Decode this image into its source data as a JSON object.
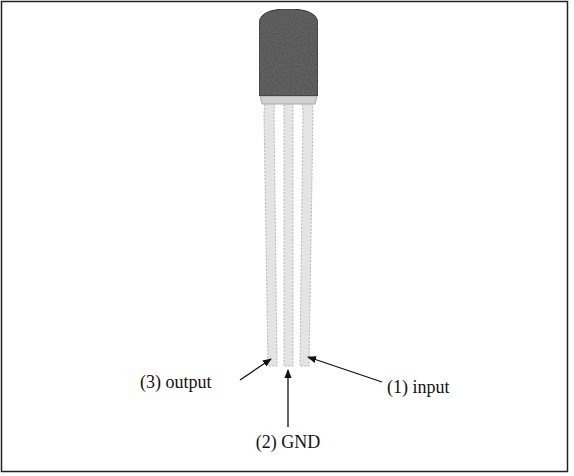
{
  "diagram": {
    "labels": [
      "(3) output",
      "(2) GND",
      "(1) input"
    ]
  }
}
